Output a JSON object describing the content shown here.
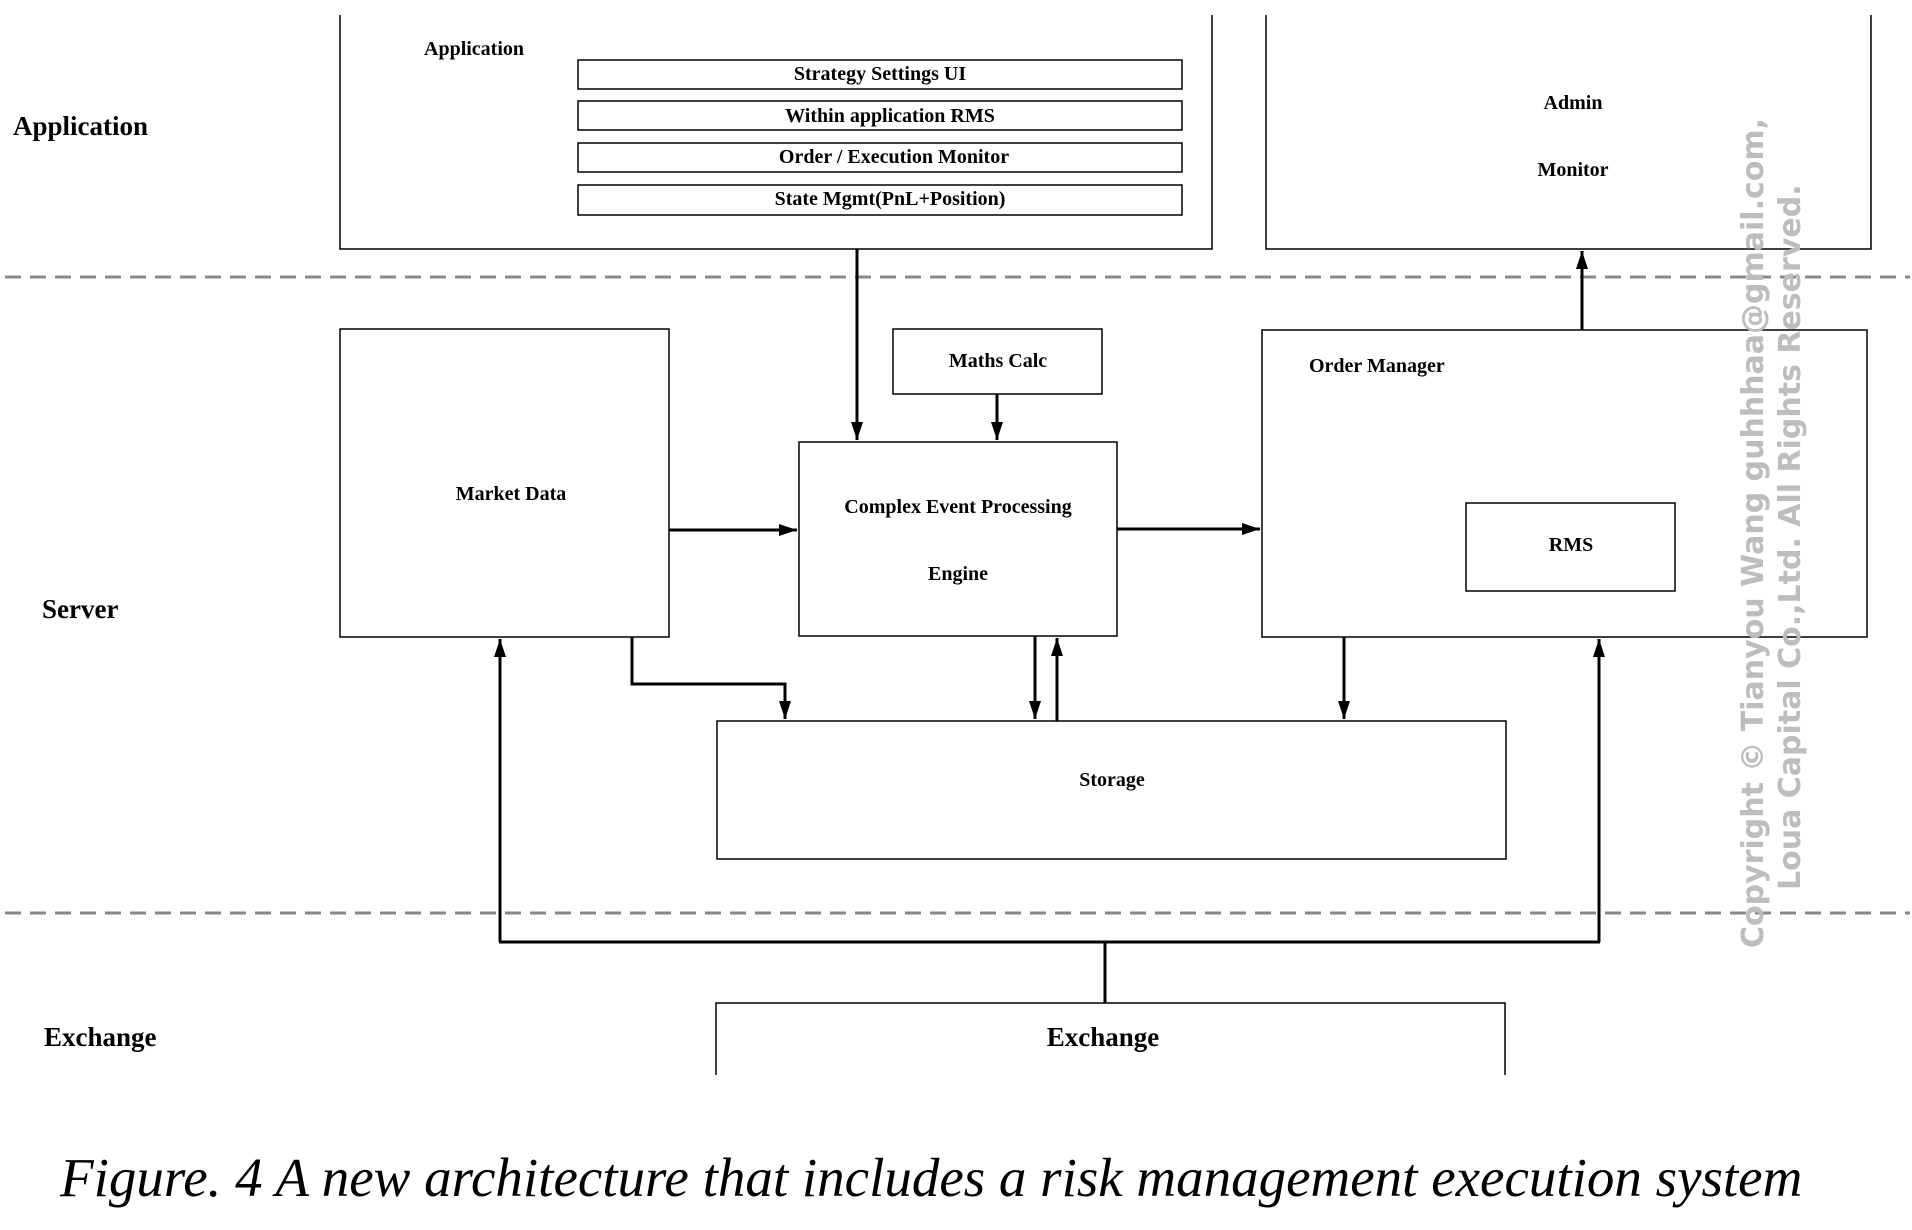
{
  "layers": {
    "application": "Application",
    "server": "Server",
    "exchange": "Exchange"
  },
  "boxes": {
    "application_title": "Application",
    "strategy_settings": "Strategy Settings UI",
    "within_rms": "Within application RMS",
    "order_monitor": "Order / Execution Monitor",
    "state_mgmt": "State Mgmt(PnL+Position)",
    "admin_line1": "Admin",
    "admin_line2": "Monitor",
    "market_data": "Market Data",
    "maths_calc": "Maths Calc",
    "cep_line1": "Complex Event Processing",
    "cep_line2": "Engine",
    "order_manager": "Order Manager",
    "rms": "RMS",
    "storage": "Storage",
    "exchange": "Exchange"
  },
  "watermark": {
    "line1": "Copyright © Tianyou Wang guhhhaa@gmail.com,",
    "line2": "Loua Capital Co.,Ltd. All Rights Reserved."
  },
  "caption": "Figure. 4 A new architecture that includes a risk management execution system",
  "colors": {
    "line": "#000000",
    "separator": "#888888",
    "watermark": "#bdbdbd"
  }
}
